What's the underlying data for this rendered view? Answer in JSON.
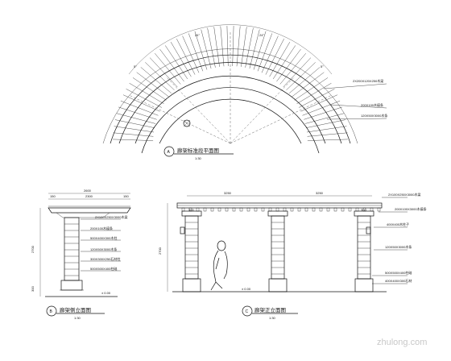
{
  "plan": {
    "title": "廊架标准段平面图",
    "marker": "A",
    "scale": "1:30",
    "dims": [
      "5°",
      "24°",
      "24°",
      "5°"
    ],
    "labels": [
      "2X200X120X250木梁",
      "200X100木檩条",
      "120X50X3000木条"
    ]
  },
  "side": {
    "title": "廊架侧立面图",
    "marker": "B",
    "scale": "1:30",
    "dims": [
      "2600",
      "2300",
      "150",
      "150"
    ],
    "height": "2700",
    "base": "300",
    "labels": [
      "2X100X250X3000木梁",
      "200X100木檩条",
      "500X400X300木柱",
      "120X50X3000木条",
      "300X300X250石材柱",
      "500X500X400柱础"
    ],
    "level": "± 0.00"
  },
  "front": {
    "title": "廊架正立面图",
    "marker": "C",
    "scale": "1:30",
    "dims_top": [
      "3250",
      "3250"
    ],
    "dims_small": [
      "300",
      "300"
    ],
    "height": "2700",
    "level": "± 0.00",
    "labels": [
      "2X100X250X3000木梁",
      "200X100X3000木檩条",
      "400X400木柱子",
      "120X50X3000木条",
      "500X500X400柱础",
      "400X400X300石材"
    ]
  },
  "watermark": "zhulong.com"
}
